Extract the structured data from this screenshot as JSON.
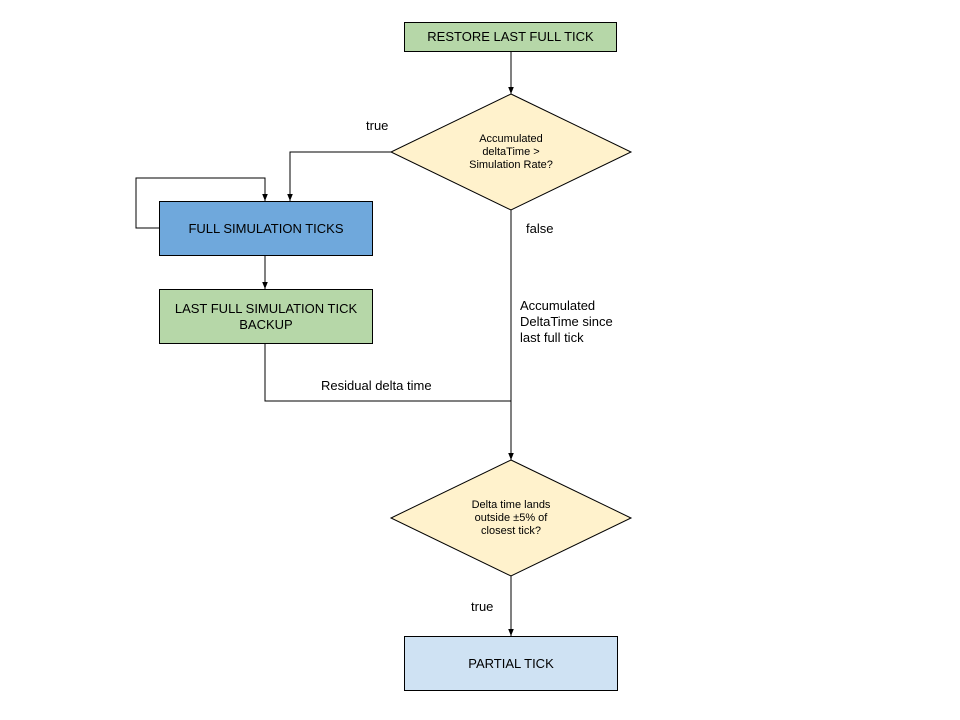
{
  "nodes": {
    "restore": "RESTORE LAST FULL TICK",
    "decision1": [
      "Accumulated",
      "deltaTime >",
      "Simulation Rate?"
    ],
    "full_ticks": "FULL SIMULATION TICKS",
    "backup": [
      "LAST FULL SIMULATION TICK",
      "BACKUP"
    ],
    "decision2": [
      "Delta time lands",
      "outside ±5% of",
      "closest tick?"
    ],
    "partial": "PARTIAL TICK"
  },
  "edge_labels": {
    "true_left": "true",
    "false_down": "false",
    "accumulated": [
      "Accumulated",
      "DeltaTime since",
      "last full tick"
    ],
    "residual": "Residual delta time",
    "true_down": "true"
  },
  "colors": {
    "green": "#b6d7a8",
    "blue": "#6fa8dc",
    "light_blue": "#cfe2f3",
    "diamond": "#fff2cc"
  }
}
